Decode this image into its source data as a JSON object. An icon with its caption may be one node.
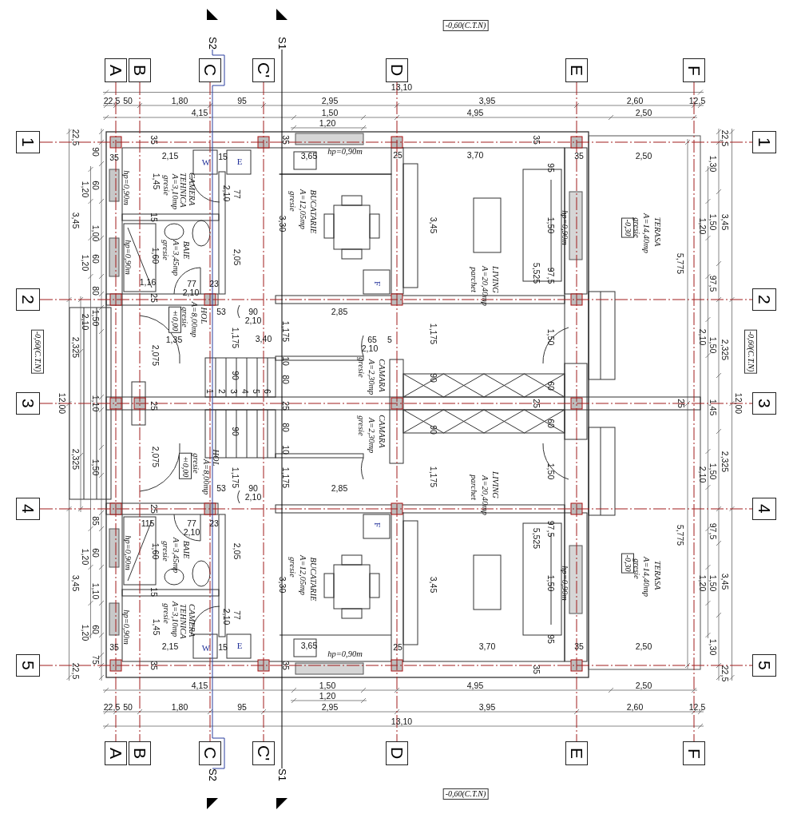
{
  "diagram": {
    "nodes": [
      {
        "text": [
          "A"
        ]
      },
      {
        "text": [
          "B"
        ]
      },
      {
        "text": [
          "C"
        ]
      },
      {
        "text": [
          "C'"
        ]
      },
      {
        "text": [
          "D"
        ]
      },
      {
        "text": [
          "E"
        ]
      },
      {
        "text": [
          "F"
        ]
      },
      {
        "text": [
          "A"
        ]
      },
      {
        "text": [
          "B"
        ]
      },
      {
        "text": [
          "C"
        ]
      },
      {
        "text": [
          "C'"
        ]
      },
      {
        "text": [
          "D"
        ]
      },
      {
        "text": [
          "E"
        ]
      },
      {
        "text": [
          "F"
        ]
      },
      {
        "text": [
          "1"
        ]
      },
      {
        "text": [
          "2"
        ]
      },
      {
        "text": [
          "3"
        ]
      },
      {
        "text": [
          "4"
        ]
      },
      {
        "text": [
          "5"
        ]
      },
      {
        "text": [
          "1"
        ]
      },
      {
        "text": [
          "2"
        ]
      },
      {
        "text": [
          "3"
        ]
      },
      {
        "text": [
          "4"
        ]
      },
      {
        "text": [
          "5"
        ]
      },
      {
        "text": [
          "S2"
        ]
      },
      {
        "text": [
          "S1"
        ]
      },
      {
        "text": [
          "S2"
        ]
      },
      {
        "text": [
          "S1"
        ]
      },
      {
        "text": [
          "-0,60(C.T.N)"
        ]
      },
      {
        "text": [
          "-0,60(C.T.N)"
        ]
      },
      {
        "text": [
          "-0,60(C.T.N)"
        ]
      },
      {
        "text": [
          "-0,60(C.T.N)"
        ]
      },
      {
        "text": [
          "±0,00"
        ]
      },
      {
        "text": [
          "-0,30"
        ]
      },
      {
        "text": [
          "±0,00"
        ]
      },
      {
        "text": [
          "-0,30"
        ]
      }
    ],
    "edges": [
      {
        "from": 0,
        "to": 7,
        "arrow": "none",
        "style": "dashed"
      },
      {
        "from": 1,
        "to": 8,
        "arrow": "none",
        "style": "dashed"
      },
      {
        "from": 2,
        "to": 9,
        "arrow": "none",
        "style": "dashed"
      },
      {
        "from": 3,
        "to": 10,
        "arrow": "none",
        "style": "dashed"
      },
      {
        "from": 4,
        "to": 11,
        "arrow": "none",
        "style": "dashed"
      },
      {
        "from": 5,
        "to": 12,
        "arrow": "none",
        "style": "dashed"
      },
      {
        "from": 6,
        "to": 13,
        "arrow": "none",
        "style": "dashed"
      },
      {
        "from": 14,
        "to": 19,
        "arrow": "none",
        "style": "dashed"
      },
      {
        "from": 15,
        "to": 20,
        "arrow": "none",
        "style": "dashed"
      },
      {
        "from": 16,
        "to": 21,
        "arrow": "none",
        "style": "dashed"
      },
      {
        "from": 17,
        "to": 22,
        "arrow": "none",
        "style": "dashed"
      },
      {
        "from": 18,
        "to": 23,
        "arrow": "none",
        "style": "dashed"
      },
      {
        "from": 24,
        "to": 26,
        "arrow": "none",
        "color": "#2b3f9e"
      },
      {
        "from": 25,
        "to": 27,
        "arrow": "none",
        "color": "#000000"
      }
    ],
    "labels": [
      "13,10",
      "22,5",
      "50",
      "1,80",
      "95",
      "2,95",
      "3,95",
      "2,60",
      "12,5",
      "4,15",
      "1,50",
      "4,95",
      "2,50",
      "1,20",
      "22,5",
      "90",
      "1,20",
      "60",
      "3,45",
      "1,00",
      "1,20",
      "60",
      "80",
      "2,10",
      "1,50",
      "2,325",
      "12,00",
      "1,10",
      "2,325",
      "1,50",
      "85",
      "1,20",
      "60",
      "3,45",
      "1,10",
      "1,20",
      "60",
      "75",
      "22,5",
      "35",
      "35",
      "2,15",
      "W",
      "15",
      "E",
      "35",
      "3,65",
      "hp=0,90m",
      "25",
      "3,70",
      "35",
      "35",
      "2,50",
      "hp=0,90m",
      "15",
      "1,45",
      "gresie",
      "A=3,10mp",
      "CAMERA TEHNICA",
      "2,10",
      "77",
      "3,30",
      "gresie",
      "A=12,05mp",
      "BUCATARIE",
      "3,45",
      "95",
      "1,50",
      "hp=0,90m",
      "gresie",
      "A=14,40mp",
      "TERASA",
      "hp=0,90m",
      "1,60",
      "gresie",
      "A=3,45mp",
      "BAIE",
      "2,05",
      "parchet",
      "A=20,40mp",
      "LIVING",
      "5,525",
      "97,5",
      "1,16",
      "25",
      "77",
      "2,10",
      "23",
      "F",
      "gresie",
      "A=8,00mp",
      "HOL",
      "53",
      "90",
      "2,10",
      "2,85",
      "1,35",
      "1,175",
      "3,40",
      "1,175",
      "2,10",
      "65",
      "5",
      "1,175",
      "1,50",
      "2,075",
      "90",
      "10",
      "80",
      "gresie",
      "A=2,30mp",
      "CAMARA",
      "90",
      "60",
      "1",
      "2",
      "3",
      "4",
      "5",
      "6",
      "25",
      "25",
      "25",
      "25",
      "90",
      "80",
      "10",
      "gresie",
      "A=2,30mp",
      "CAMARA",
      "90",
      "60",
      "2,075",
      "gresie",
      "A=8,00mp",
      "HOL",
      "1,175",
      "1,175",
      "1,175",
      "parchet",
      "A=20,40mp",
      "LIVING",
      "1,50",
      "25",
      "53",
      "90",
      "2,10",
      "2,85",
      "115",
      "77",
      "2,10",
      "23",
      "F",
      "5,525",
      "97,5",
      "hp=0,90m",
      "1,60",
      "gresie",
      "A=3,45mp",
      "BAIE",
      "2,05",
      "3,30",
      "gresie",
      "A=12,05mp",
      "BUCATARIE",
      "3,45",
      "1,50",
      "hp=0,90m",
      "gresie",
      "A=14,40mp",
      "TERASA",
      "15",
      "hp=0,90m",
      "1,45",
      "gresie",
      "A=3,10mp",
      "CAMERA TEHNICA",
      "2,10",
      "77",
      "95",
      "35",
      "2,15",
      "W",
      "15",
      "E",
      "3,65",
      "hp=0,90m",
      "25",
      "3,70",
      "35",
      "2,50",
      "35",
      "35",
      "35",
      "22,5",
      "1,30",
      "1,20",
      "1,50",
      "3,45",
      "5,775",
      "97,5",
      "2,10",
      "1,50",
      "2,325",
      "1,45",
      "12,00",
      "2,10",
      "1,50",
      "2,325",
      "5,775",
      "97,5",
      "1,20",
      "1,50",
      "3,45",
      "1,30",
      "22,5",
      "4,15",
      "1,50",
      "4,95",
      "2,50",
      "1,20",
      "22,5",
      "50",
      "1,80",
      "95",
      "2,95",
      "3,95",
      "2,60",
      "12,5",
      "13,10"
    ]
  }
}
